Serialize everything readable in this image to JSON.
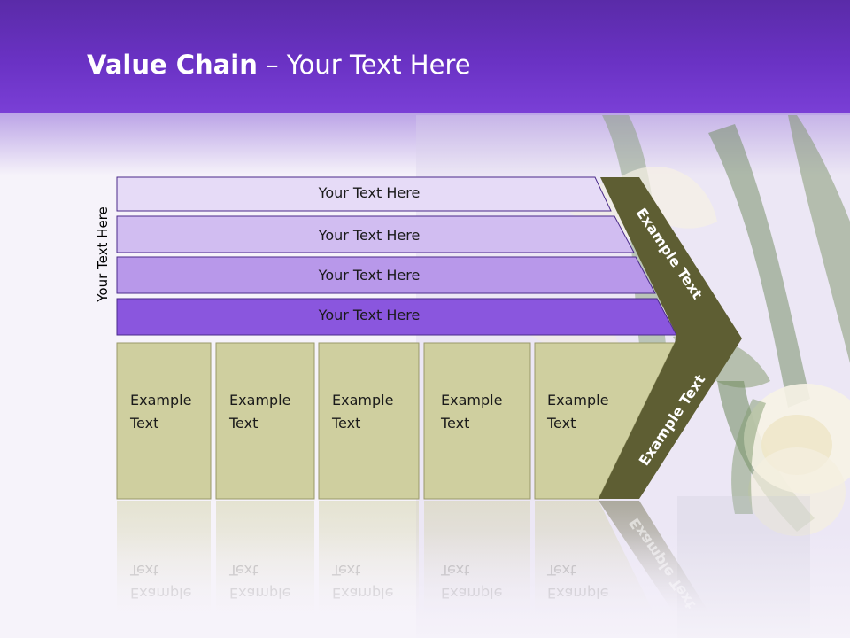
{
  "title": {
    "bold": "Value Chain",
    "rest": " – Your Text Here"
  },
  "side_label": "Your Text Here",
  "bars": [
    {
      "label": "Your Text Here",
      "color": "#e6dbf7"
    },
    {
      "label": "Your Text Here",
      "color": "#d1bdf1"
    },
    {
      "label": "Your Text Here",
      "color": "#b898ea"
    },
    {
      "label": "Your Text Here",
      "color": "#8a56de"
    }
  ],
  "cells": [
    {
      "line1": "Example",
      "line2": "Text"
    },
    {
      "line1": "Example",
      "line2": "Text"
    },
    {
      "line1": "Example",
      "line2": "Text"
    },
    {
      "line1": "Example",
      "line2": "Text"
    },
    {
      "line1": "Example",
      "line2": "Text"
    }
  ],
  "chevron_upper": "Example Text",
  "chevron_lower": "Example Text",
  "colors": {
    "header": "#6a32c4",
    "cell_fill": "#cfcf9f",
    "chevron": "#5e5e33",
    "bar_border": "#4a2a8a"
  }
}
